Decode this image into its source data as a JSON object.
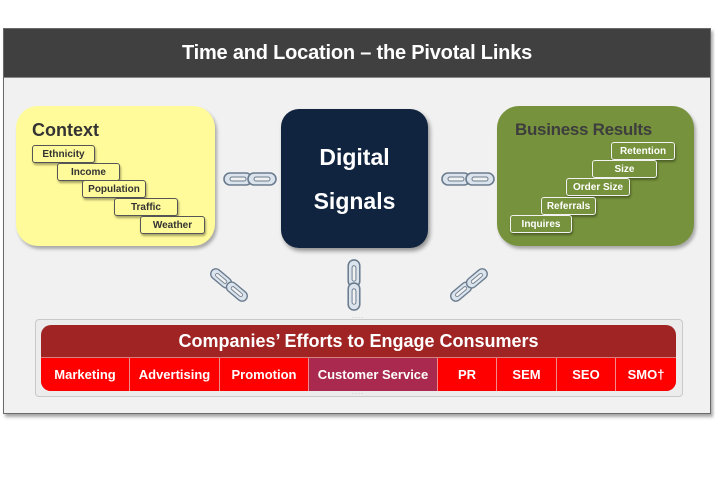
{
  "title": "Time and Location – the Pivotal Links",
  "context": {
    "heading": "Context",
    "items": [
      "Ethnicity",
      "Income",
      "Population",
      "Traffic",
      "Weather"
    ]
  },
  "center": {
    "line1": "Digital",
    "line2": "Signals"
  },
  "business_results": {
    "heading": "Business Results",
    "items": [
      "Retention",
      "Size",
      "Order Size",
      "Referrals",
      "Inquires"
    ]
  },
  "efforts": {
    "heading": "Companies’ Efforts to Engage Consumers",
    "channels": [
      "Marketing",
      "Advertising",
      "Promotion",
      "Customer Service",
      "PR",
      "SEM",
      "SEO",
      "SMO†"
    ],
    "highlighted": "Customer Service"
  },
  "colors": {
    "title_bar": "#404040",
    "context_fill": "#fffb9a",
    "center_fill": "#10243f",
    "business_fill": "#76923c",
    "efforts_header": "#a02424",
    "channel_fill": "#ff0000",
    "channel_highlight": "#a9294f"
  },
  "icons": {
    "link": "chain-link-icon"
  }
}
